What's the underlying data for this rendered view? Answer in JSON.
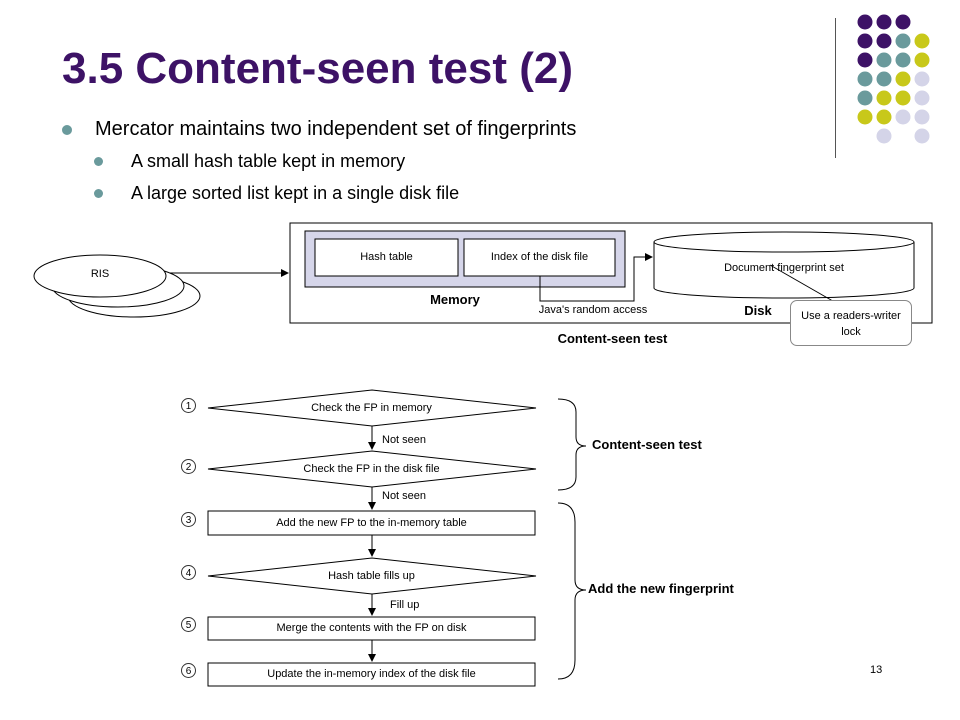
{
  "slide": {
    "title": "3.5 Content-seen test (2)",
    "bullets": [
      "Mercator maintains two independent set of fingerprints",
      "A small hash table kept in memory",
      "A large sorted list kept in a single disk file"
    ],
    "page_number": "13"
  },
  "top_diagram": {
    "ris_label": "RIS",
    "hash_table": "Hash table",
    "index_of_disk_file": "Index of the disk file",
    "memory_label": "Memory",
    "disk_cylinder": "Document fingerprint set",
    "disk_label": "Disk",
    "random_access": "Java's random access",
    "container_label": "Content-seen test",
    "callout": "Use a readers-writer lock"
  },
  "flow": {
    "steps": [
      {
        "num": "1",
        "text": "Check the FP in memory"
      },
      {
        "num": "2",
        "text": "Check the FP in the disk file"
      },
      {
        "num": "3",
        "text": "Add the new FP to the in-memory table"
      },
      {
        "num": "4",
        "text": "Hash table fills up"
      },
      {
        "num": "5",
        "text": "Merge the contents with the FP on disk"
      },
      {
        "num": "6",
        "text": "Update the in-memory index of the disk file"
      }
    ],
    "edges": {
      "not_seen_1": "Not seen",
      "not_seen_2": "Not seen",
      "fill_up": "Fill up"
    },
    "brace_top": "Content-seen test",
    "brace_bottom": "Add the new fingerprint"
  },
  "colors": {
    "title": "#3d1266",
    "bullet": "#6a9a9c",
    "memory_fill": "#d6d6ea",
    "dot_purple": "#3d1266",
    "dot_teal": "#6a9a9c",
    "dot_yellow": "#c8c81a",
    "dot_lavender": "#d4d4e8"
  }
}
